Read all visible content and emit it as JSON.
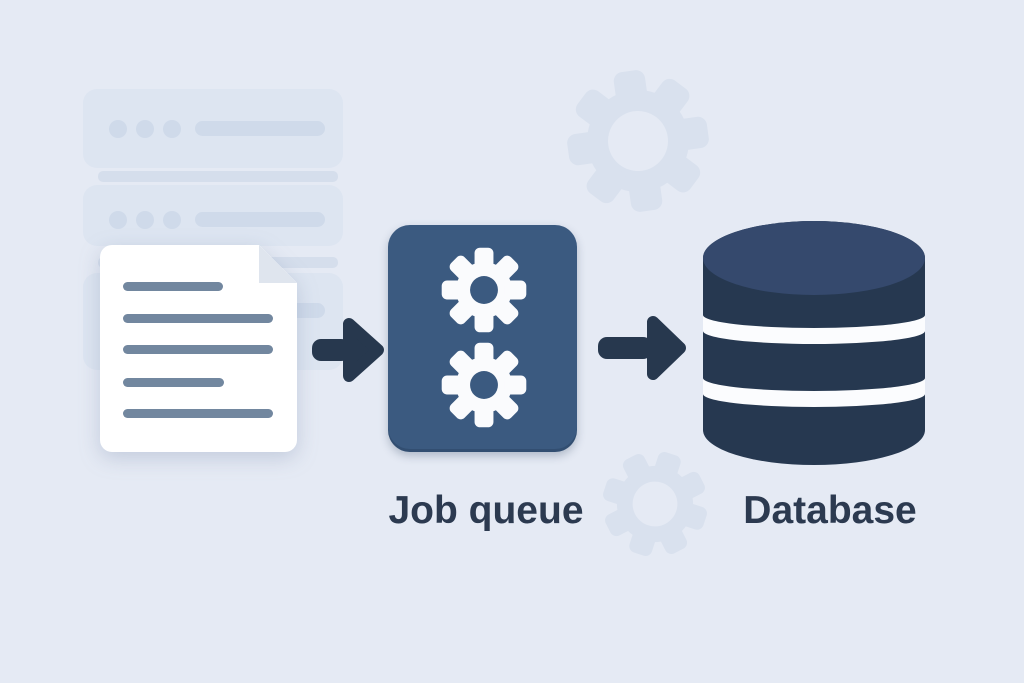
{
  "labels": {
    "job_queue": "Job queue",
    "database": "Database"
  },
  "nodes": [
    {
      "id": "document",
      "icon": "document-icon",
      "label": ""
    },
    {
      "id": "job-queue",
      "icon": "gears-icon",
      "label": "Job queue"
    },
    {
      "id": "database",
      "icon": "database-icon",
      "label": "Database"
    }
  ],
  "flow": [
    {
      "from": "document",
      "to": "job-queue"
    },
    {
      "from": "job-queue",
      "to": "database"
    }
  ],
  "background_icons": [
    "server-rack-icon",
    "gear-icon",
    "gear-icon"
  ],
  "colors": {
    "bg": "#e5eaf4",
    "rack": "#dde5f1",
    "rack-detail": "#cfdaea",
    "rack-conn": "#d5deec",
    "wm-gear": "#d9e1ee",
    "doc": "#ffffff",
    "doc-line": "#72879f",
    "doc-fold": "#dfe5ee",
    "arrow": "#27384e",
    "box": "#3b5a80",
    "gear": "#fafbfd",
    "db-body": "#263850",
    "db-top": "#35496d",
    "db-band": "#fbfcfe",
    "label": "#2c3a50"
  }
}
